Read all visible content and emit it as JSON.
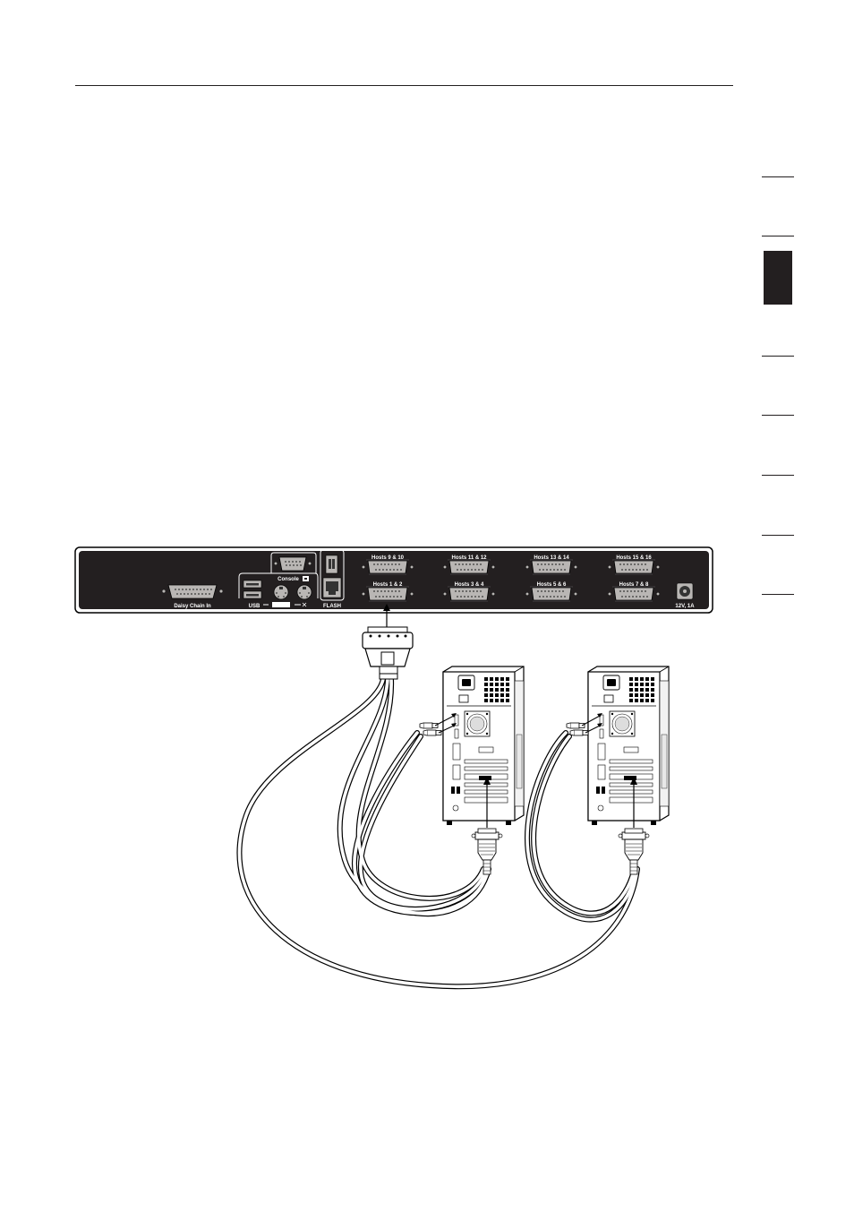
{
  "ports": {
    "hosts_9_10": "Hosts 9 & 10",
    "hosts_11_12": "Hosts 11 & 12",
    "hosts_13_14": "Hosts 13 & 14",
    "hosts_15_16": "Hosts 15 & 16",
    "hosts_1_2": "Hosts 1 & 2",
    "hosts_3_4": "Hosts 3 & 4",
    "hosts_5_6": "Hosts 5 & 6",
    "hosts_7_8": "Hosts 7 & 8",
    "daisy_chain": "Daisy Chain In",
    "console": "Console",
    "usb": "USB",
    "flash": "FLASH",
    "power": "12V, 1A"
  },
  "colors": {
    "ink": "#231f20",
    "panel": "#231f20",
    "connector": "#b9b6b4",
    "cable_fill": "#ffffff"
  }
}
